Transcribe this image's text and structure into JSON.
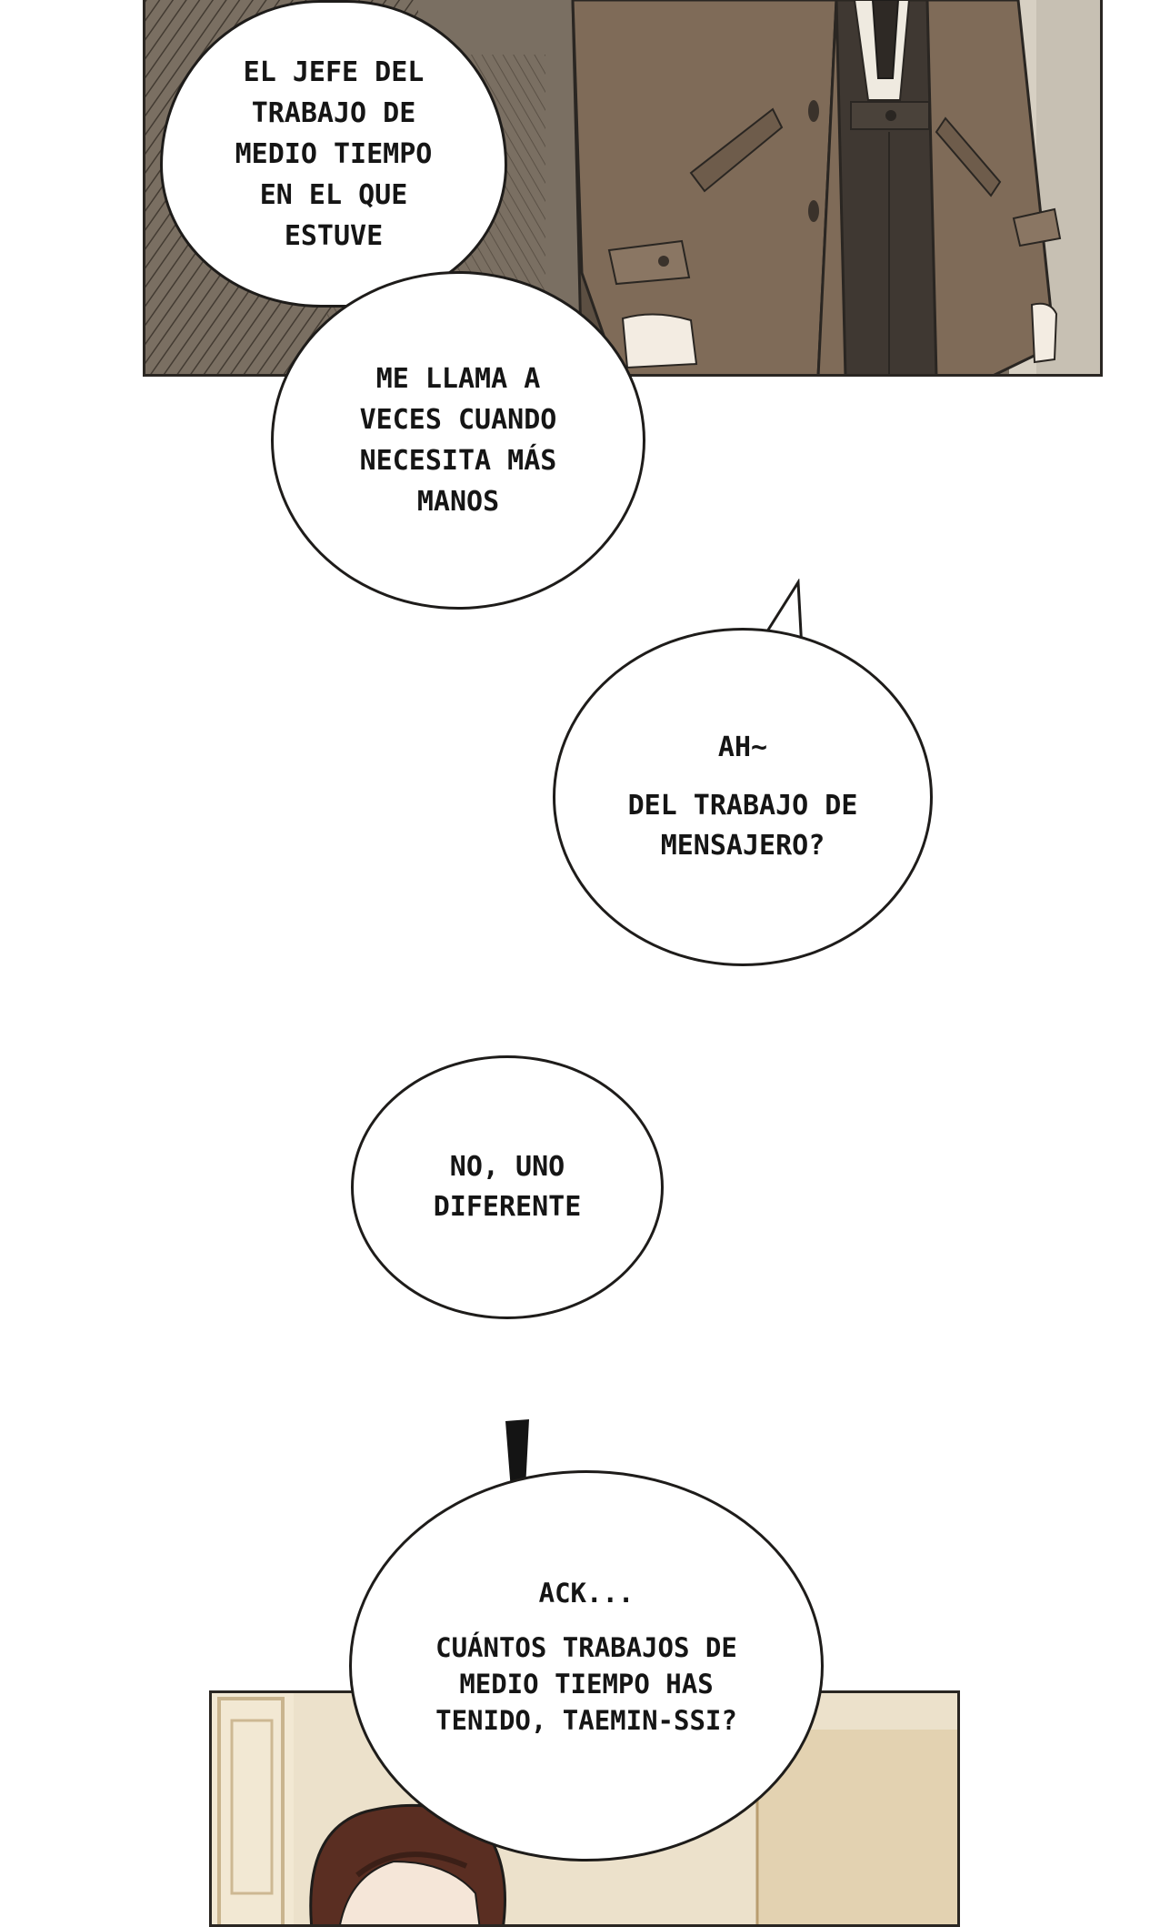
{
  "bubbles": {
    "b1": "EL JEFE DEL\nTRABAJO DE\nMEDIO TIEMPO\nEN EL QUE\nESTUVE",
    "b2": "ME LLAMA A\nVECES CUANDO\nNECESITA MÁS\nMANOS",
    "b3_line1": "AH~",
    "b3_line2": "DEL TRABAJO DE\nMENSAJERO?",
    "b4": "NO, UNO\nDIFERENTE",
    "b5_line1": "ACK...",
    "b5_line2": "CUÁNTOS TRABAJOS DE\nMEDIO TIEMPO HAS\nTENIDO, TAEMIN-SSI?"
  },
  "sfx": "!",
  "colors": {
    "ink": "#1e1c1a",
    "coat": "#6e6356",
    "wall": "#e9ddc6",
    "hair": "#5a2e22"
  }
}
